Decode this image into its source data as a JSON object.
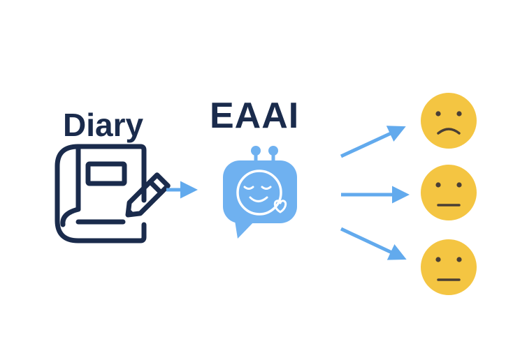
{
  "diary": {
    "title": "Diary",
    "icon": "diary-book-with-pencil-icon"
  },
  "model": {
    "title": "EAAI",
    "icon": "smiling-robot-chat-bubble-icon"
  },
  "outputs": [
    {
      "icon": "sad-face-icon",
      "emotion": "sad"
    },
    {
      "icon": "neutral-face-icon",
      "emotion": "neutral"
    },
    {
      "icon": "neutral-face-icon",
      "emotion": "neutral"
    }
  ],
  "colors": {
    "navy": "#1a2b4c",
    "blue": "#62aaed",
    "robot_blue": "#6fb1f0",
    "face_yellow": "#f4c542",
    "face_feature": "#4a3f35"
  }
}
